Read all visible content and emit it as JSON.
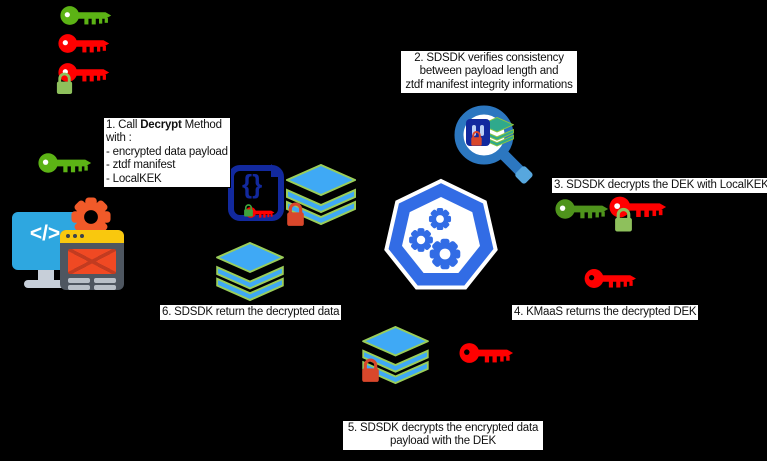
{
  "colors": {
    "background": "#000000",
    "key_green": "#5CB315",
    "key_dark_green": "#4F941C",
    "key_red": "#FF0000",
    "lock_green": "#8EC05C",
    "lock_small_green": "#3FA43C",
    "lock_red": "#D9472B",
    "layers_blue": "#3FA9F5",
    "layers_edge": "#9ACD5A",
    "layers_teal": "#2FA98C",
    "layers_teal_edge": "#8CC63F",
    "navy": "#12299E",
    "kubernetes_blue": "#326CE5",
    "magnifier_blue": "#2C77C0",
    "magnifier_tip": "#57A7DE",
    "monitor_blue": "#2EA7E0",
    "gear_orange": "#F15A29",
    "browser_dark": "#4E5660",
    "browser_yellow": "#F9C80E",
    "envelope_red": "#F04923"
  },
  "glyphs": {
    "code_brackets": "</>",
    "braces": "{}"
  },
  "steps": {
    "step1": {
      "prefix": "1. Call ",
      "bold": "Decrypt",
      "suffix": " Method",
      "line2": "with :",
      "items": [
        "- encrypted data payload",
        "- ztdf manifest",
        "- LocalKEK"
      ]
    },
    "step2": {
      "lines": [
        "2. SDSDK verifies consistency",
        "between payload length and",
        "ztdf manifest integrity informations"
      ]
    },
    "step3": {
      "text": "3. SDSDK decrypts the DEK with LocalKEK"
    },
    "step4": {
      "text": "4. KMaaS returns the decrypted DEK"
    },
    "step5": {
      "lines": [
        "5. SDSDK decrypts the encrypted data",
        "payload with the DEK"
      ]
    },
    "step6": {
      "text": "6. SDSDK return the decrypted data"
    }
  }
}
